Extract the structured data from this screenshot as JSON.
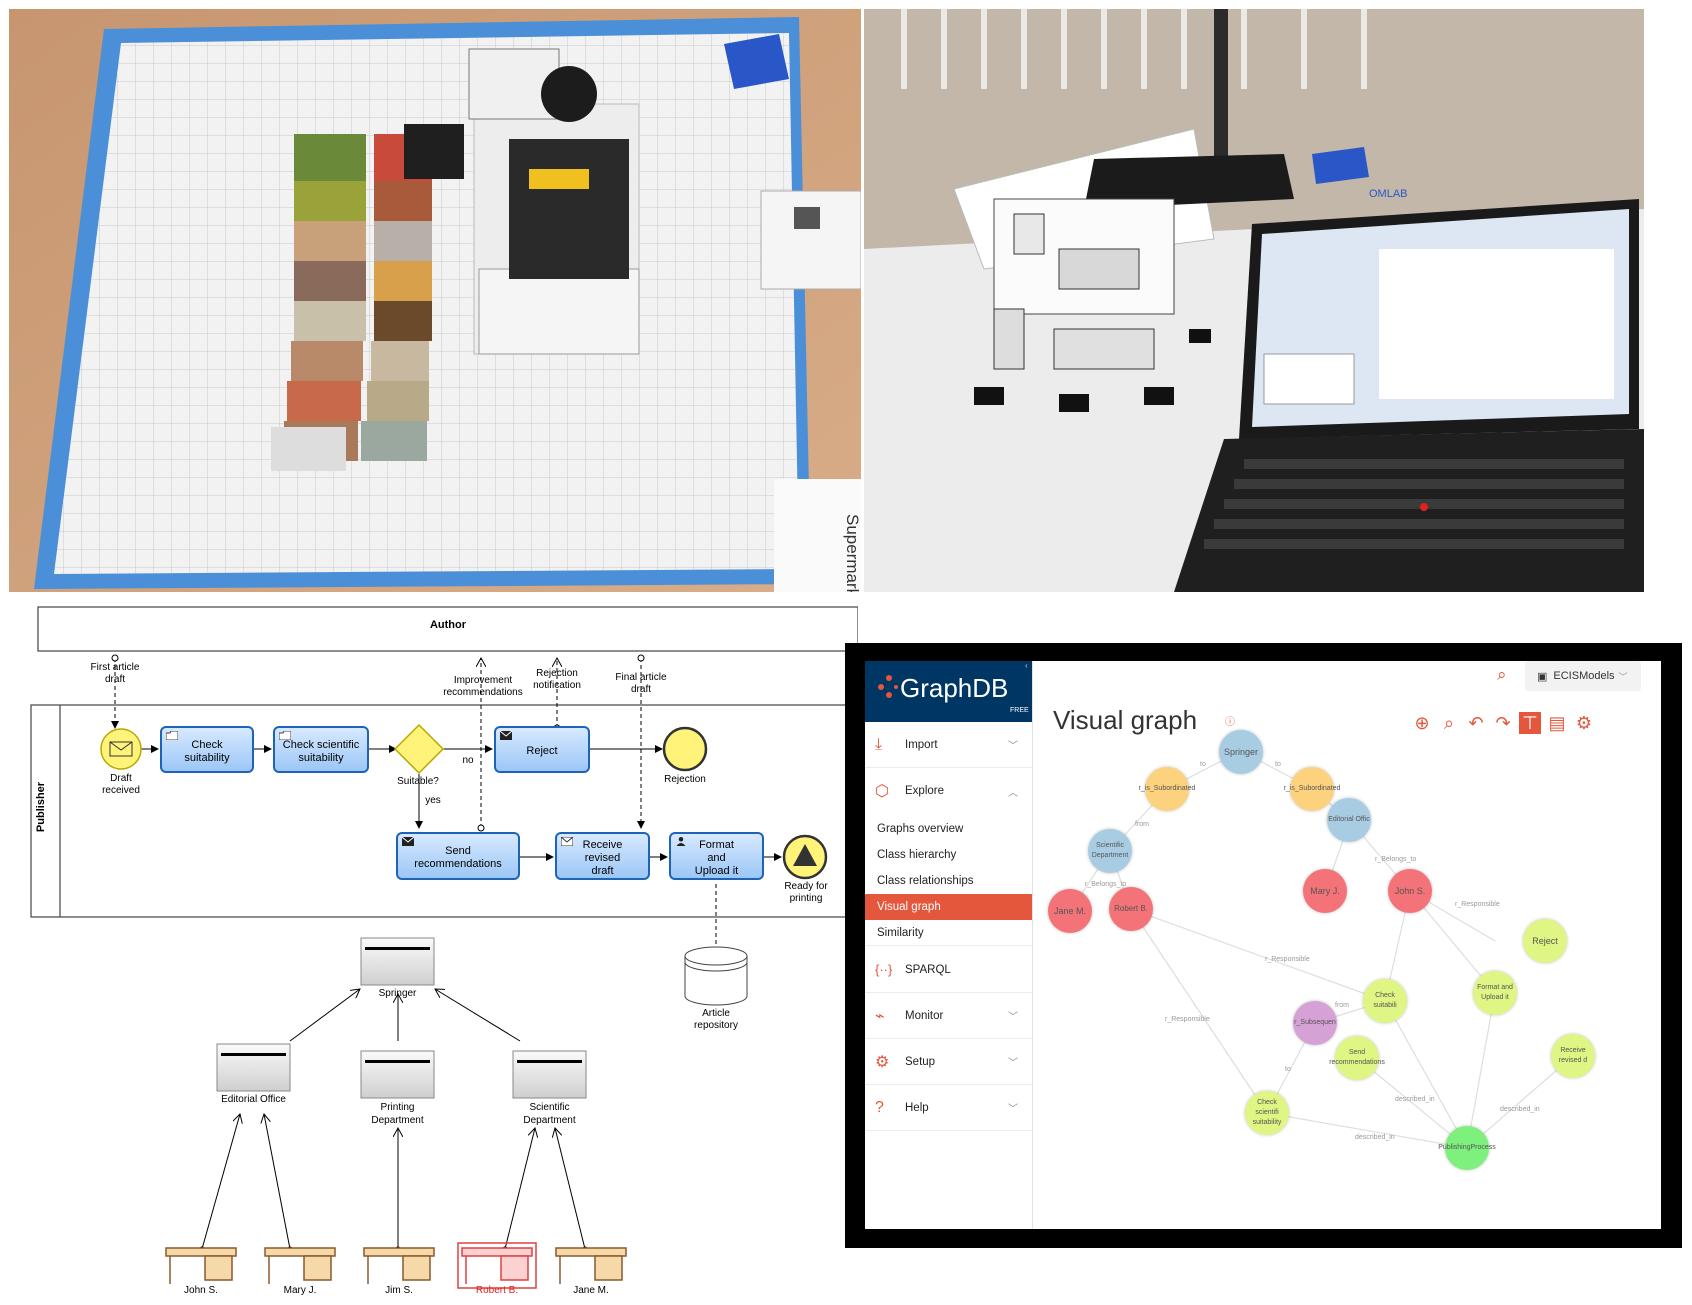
{
  "photo_left": {
    "sign_text": "Supermarke"
  },
  "photo_right": {
    "laptop_brand": "OMLAB"
  },
  "bpmn": {
    "pool_author": "Author",
    "pool_publisher": "Publisher",
    "flows": {
      "first_article_draft": "First article draft",
      "improvement_recommendations": "Improvement recommendations",
      "rejection_notification": "Rejection notification",
      "final_article_draft": "Final article draft"
    },
    "events": {
      "draft_received": "Draft received",
      "rejection": "Rejection",
      "ready_for_printing": "Ready for printing"
    },
    "tasks": {
      "check_suitability": "Check suitability",
      "check_scientific_suitability": "Check scientific suitability",
      "reject": "Reject",
      "send_recommendations": "Send recommendations",
      "receive_revised_draft": "Receive revised draft",
      "format_and_upload": "Format and Upload it"
    },
    "gateway": {
      "label": "Suitable?",
      "no": "no",
      "yes": "yes"
    },
    "datastore": "Article repository"
  },
  "org": {
    "root": "Springer",
    "departments": [
      "Editorial Office",
      "Printing Department",
      "Scientific Department"
    ],
    "people": [
      "John S.",
      "Mary J.",
      "Jim S.",
      "Robert B.",
      "Jane M."
    ]
  },
  "graphdb": {
    "brand": "GraphDB",
    "edition": "FREE",
    "repo_selector": "ECISModels",
    "page_title": "Visual graph",
    "menu": {
      "import": "Import",
      "explore": "Explore",
      "graphs_overview": "Graphs overview",
      "class_hierarchy": "Class hierarchy",
      "class_relationships": "Class relationships",
      "visual_graph": "Visual graph",
      "similarity": "Similarity",
      "sparql": "SPARQL",
      "monitor": "Monitor",
      "setup": "Setup",
      "help": "Help"
    },
    "nodes": {
      "springer": "Springer",
      "subordinated_1": "r_is_Subordinated",
      "subordinated_2": "r_is_Subordinated",
      "editorial_office": "Editorial Offic",
      "scientific_department": "Scientific Department",
      "jane_m": "Jane M.",
      "robert_b": "Robert B.",
      "mary_j": "Mary J.",
      "john_s": "John S.",
      "reject": "Reject",
      "check_suitability": "Check suitabili",
      "format_upload": "Format and Upload it",
      "r_subsequent": "r_Subsequen",
      "send_recommendations": "Send recommendations",
      "receive_revised": "Receive revised d",
      "check_scientific": "Check scientifi suitability",
      "publishing_process": "PublishingProcess"
    },
    "edges": {
      "to": "to",
      "from": "from",
      "belongs_to": "r_Belongs_to",
      "responsible": "r_Responsible",
      "described_in": "described_in"
    },
    "colors": {
      "accent": "#e4573d",
      "node_blue": "#a8cde3",
      "node_orange": "#fdd27e",
      "node_red": "#f47378",
      "node_green": "#dff584",
      "node_purple": "#d6a2d6",
      "node_bright_green": "#7ef07e"
    }
  }
}
